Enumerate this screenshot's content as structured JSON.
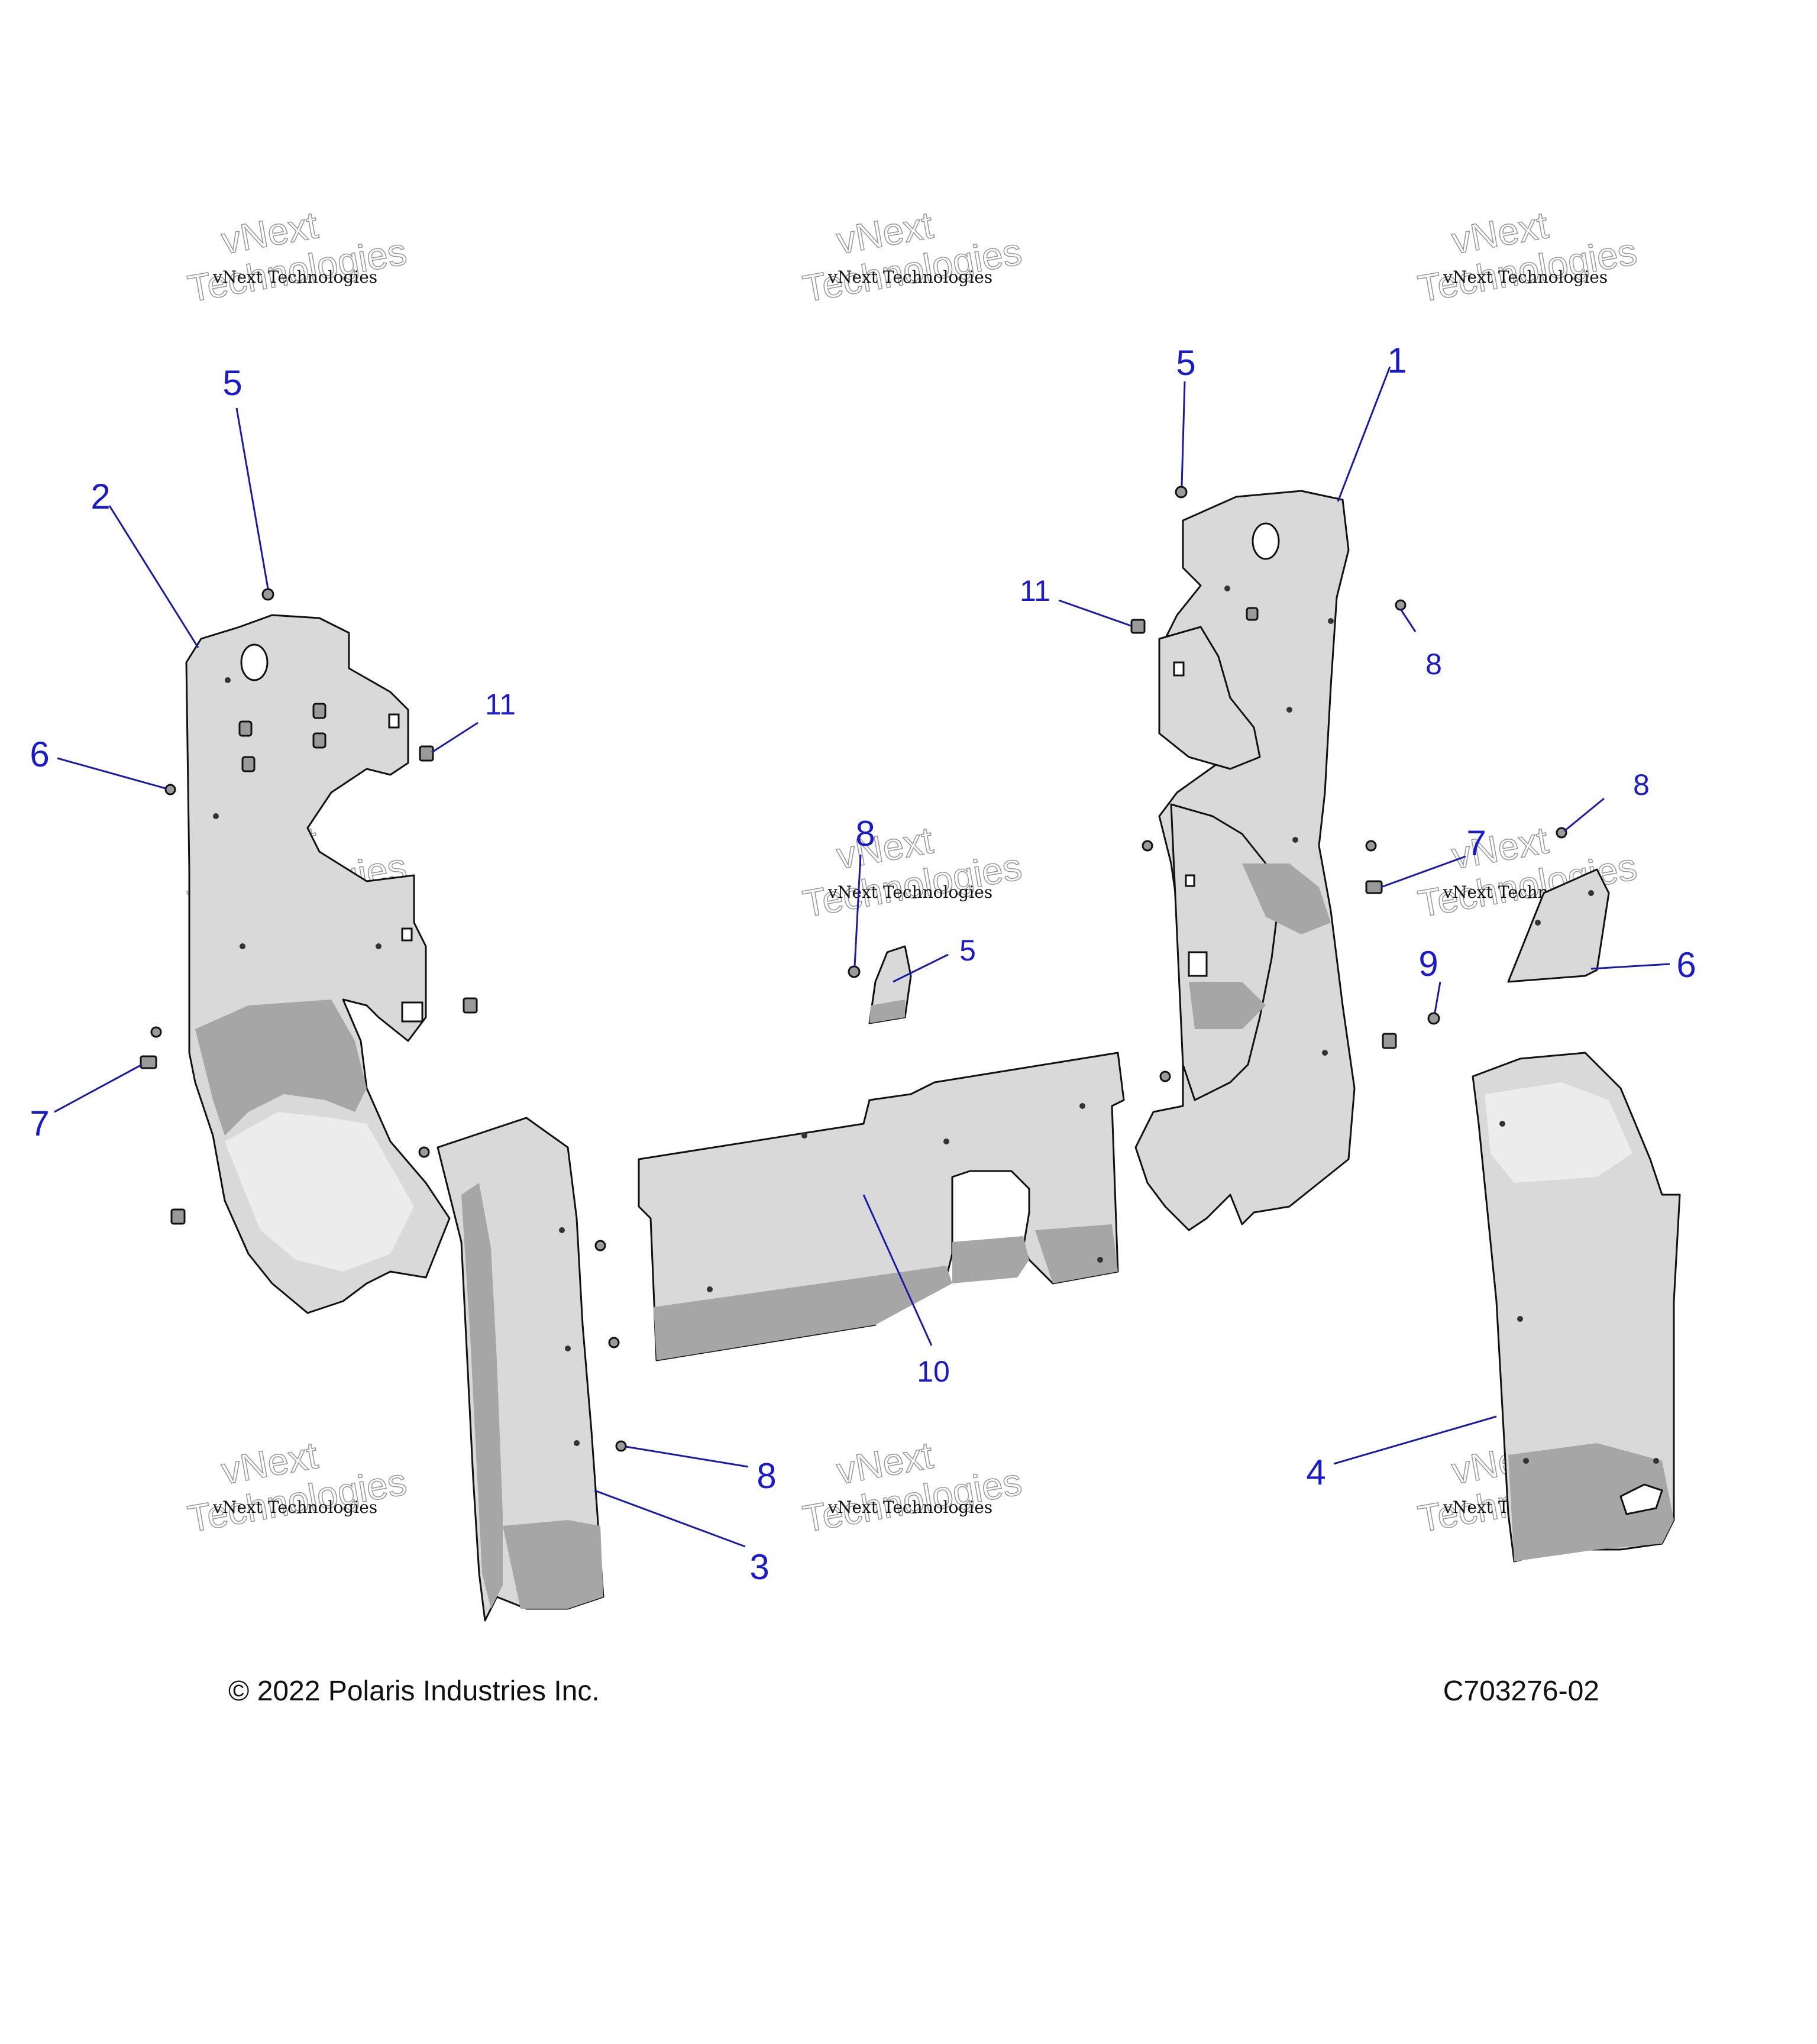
{
  "callouts": {
    "c1": "1",
    "c2": "2",
    "c3": "3",
    "c4": "4",
    "c5a": "5",
    "c5b": "5",
    "c5c": "5",
    "c6a": "6",
    "c6b": "6",
    "c7a": "7",
    "c7b": "7",
    "c8a": "8",
    "c8b": "8",
    "c8c": "8",
    "c8d": "8",
    "c9": "9",
    "c10": "10",
    "c11a": "11",
    "c11b": "11"
  },
  "watermark": {
    "line1": "vNext Technologies",
    "line2": "vNext",
    "line3": "Technologies"
  },
  "footer": {
    "copyright": "© 2022 Polaris Industries Inc.",
    "drawing_number": "C703276-02"
  },
  "colors": {
    "callout": "#1a1acc",
    "part_fill": "#d9d9d9",
    "part_shade": "#a6a6a6",
    "outline": "#111111"
  }
}
